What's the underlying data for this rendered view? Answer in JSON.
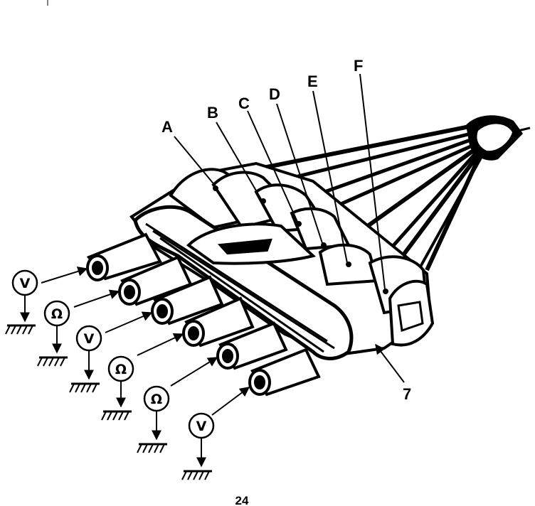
{
  "labels": {
    "A": "A",
    "B": "B",
    "C": "C",
    "D": "D",
    "E": "E",
    "F": "F",
    "connector": "7"
  },
  "terminals": [
    {
      "name": "terminal-1",
      "symbol": "V"
    },
    {
      "name": "terminal-2",
      "symbol": "Ω"
    },
    {
      "name": "terminal-3",
      "symbol": "V"
    },
    {
      "name": "terminal-4",
      "symbol": "Ω"
    },
    {
      "name": "terminal-5",
      "symbol": "Ω"
    },
    {
      "name": "terminal-6",
      "symbol": "V"
    }
  ],
  "page_number": "24"
}
